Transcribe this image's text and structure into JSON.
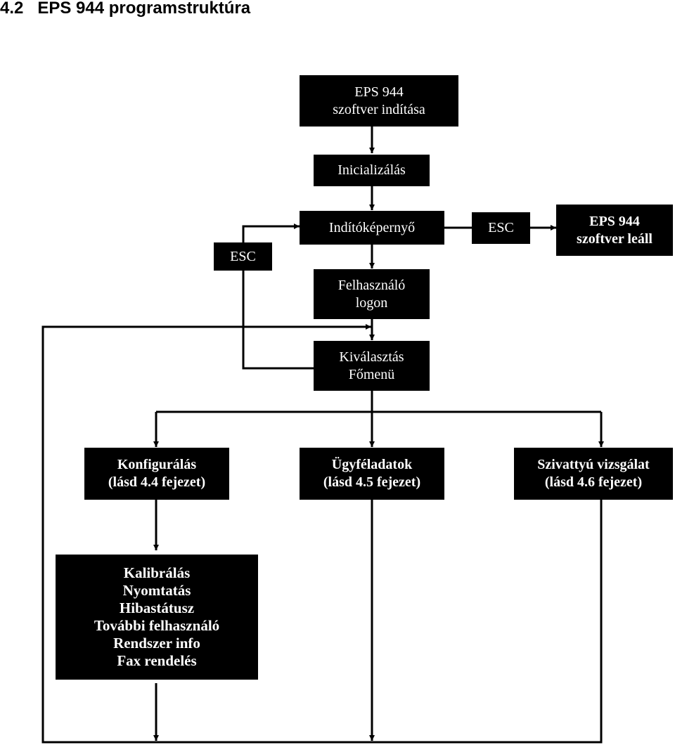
{
  "title": "4.2   EPS 944 programstruktúra",
  "boxes": {
    "start": {
      "line1": "EPS 944",
      "line2": "szoftver indítása"
    },
    "init": {
      "line1": "Inicializálás"
    },
    "startscreen": {
      "line1": "Indítóképernyő"
    },
    "esc_right": {
      "line1": "ESC"
    },
    "stop": {
      "line1": "EPS 944",
      "line2": "szoftver leáll"
    },
    "esc_left": {
      "line1": "ESC"
    },
    "logon": {
      "line1": "Felhasználó",
      "line2": "logon"
    },
    "mainmenu": {
      "line1": "Kiválasztás",
      "line2": "Főmenü"
    },
    "config": {
      "line1": "Konfigurálás",
      "line2": "(lásd 4.4 fejezet)"
    },
    "customer": {
      "line1": "Ügyféladatok",
      "line2": "(lásd 4.5 fejezet)"
    },
    "pump": {
      "line1": "Szivattyú vizsgálat",
      "line2": "(lásd 4.6 fejezet)"
    },
    "submenu": {
      "line1": "Kalibrálás",
      "line2": "Nyomtatás",
      "line3": "Hibastátusz",
      "line4": "További felhasználó",
      "line5": "Rendszer info",
      "line6": "Fax rendelés"
    }
  }
}
